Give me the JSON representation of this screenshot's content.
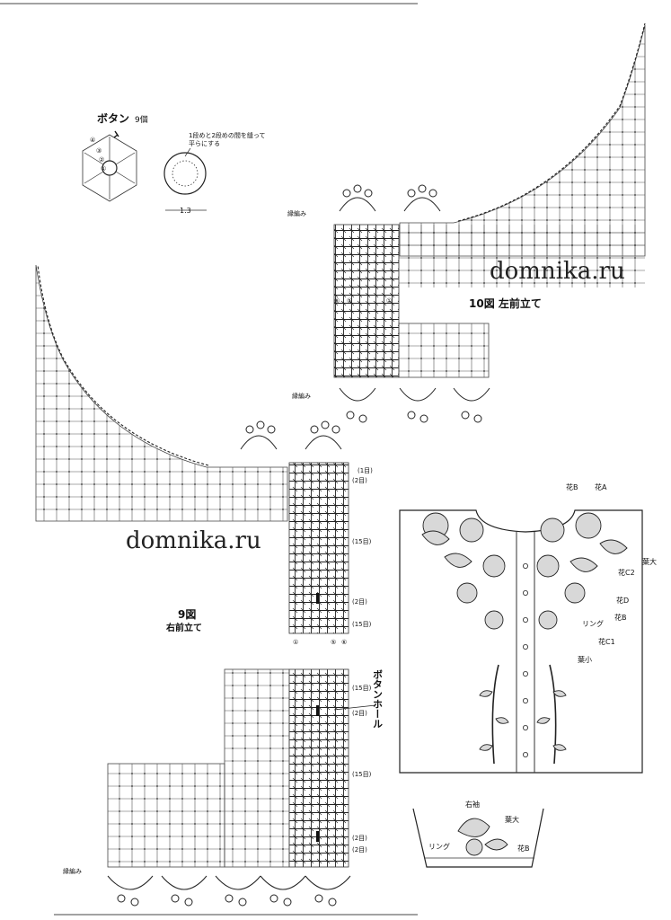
{
  "watermark": "domnika.ru",
  "button_diagram": {
    "title": "ボタン",
    "count": "9個",
    "instruction_line1": "1段めと2段めの間を縫って",
    "instruction_line2": "平らにする",
    "size": "1.3",
    "round_numbers": [
      "④",
      "③",
      "②",
      "①"
    ]
  },
  "left_front": {
    "caption": "10図 左前立て",
    "edging_label_top": "縁編み",
    "edging_label_bottom": "縁編み",
    "stitch_markers": [
      "⑥",
      "⑤",
      "①",
      "①"
    ]
  },
  "right_front": {
    "caption_number": "9図",
    "caption_text": "右前立て",
    "edging_label": "縁編み",
    "row_labels": [
      "(1目)",
      "(2目)",
      "(15目)",
      "(2目)",
      "(15目)",
      "(15目)",
      "(2目)",
      "(15目)",
      "(2目)",
      "(2目)"
    ],
    "buttonhole_label": "ボタンホール",
    "stitch_markers": [
      "①",
      "⑤",
      "⑥"
    ]
  },
  "garment": {
    "labels": {
      "flower_b": "花B",
      "flower_a": "花A",
      "leaf_large": "葉大",
      "flower_c2": "花C2",
      "flower_d": "花D",
      "ring": "リング",
      "flower_b2": "花B",
      "flower_c1": "花C1",
      "leaf_small": "葉小"
    }
  },
  "sleeve": {
    "title": "右袖",
    "leaf_large": "葉大",
    "ring": "リング",
    "flower_b": "花B"
  }
}
